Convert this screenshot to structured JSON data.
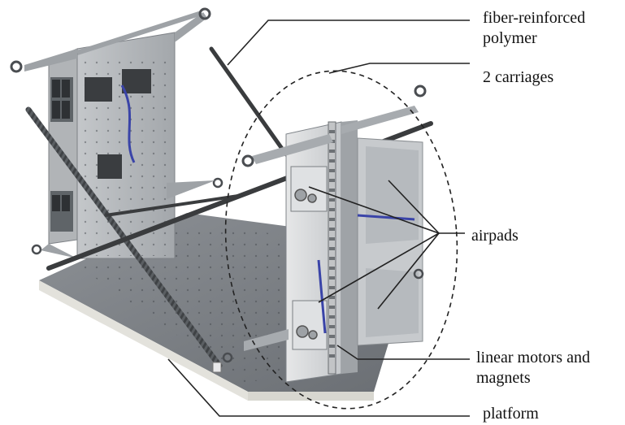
{
  "callouts": {
    "fiber_line1": "fiber-reinforced",
    "fiber_line2": "polymer",
    "carriages": "2 carriages",
    "airpads": "airpads",
    "motors_line1": "linear motors and",
    "motors_line2": "magnets",
    "platform": "platform"
  },
  "colors": {
    "metal_light": "#d8dadc",
    "metal_mid": "#b9bcbf",
    "metal_dark": "#8f9397",
    "rod": "#3a3c3e",
    "platform_top": "#777b80",
    "platform_edge": "#e3e2dc",
    "leader": "#222222"
  }
}
